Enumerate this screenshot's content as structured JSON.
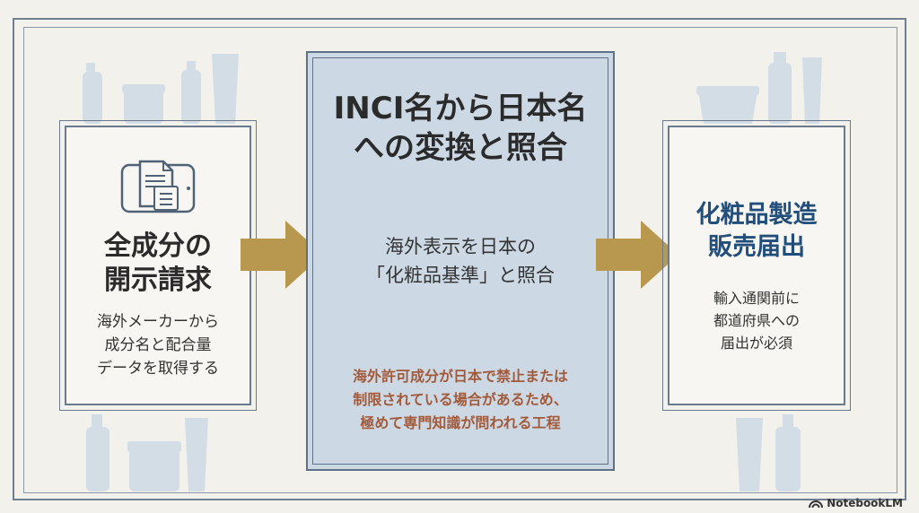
{
  "colors": {
    "background": "#f3f1ec",
    "frame": "#6f7f90",
    "center_panel": "#ccd9e4",
    "arrow": "#b8974f",
    "right_title": "#214e7a",
    "warning_text": "#a35a3a"
  },
  "left_card": {
    "icon": "document-tablet-icon",
    "title_line1": "全成分の",
    "title_line2": "開示請求",
    "desc_line1": "海外メーカーから",
    "desc_line2": "成分名と配合量",
    "desc_line3": "データを取得する"
  },
  "center_card": {
    "title_line1": "INCI名から日本名",
    "title_line2": "への変換と照合",
    "desc_line1": "海外表示を日本の",
    "desc_line2": "「化粧品基準」と照合",
    "note_line1": "海外許可成分が日本で禁止または",
    "note_line2": "制限されている場合があるため、",
    "note_line3": "極めて専門知識が問われる工程"
  },
  "right_card": {
    "title_line1": "化粧品製造",
    "title_line2": "販売届出",
    "desc_line1": "輸入通関前に",
    "desc_line2": "都道府県への",
    "desc_line3": "届出が必須"
  },
  "watermark": {
    "icon": "notebooklm-logo-icon",
    "label": "NotebookLM"
  }
}
